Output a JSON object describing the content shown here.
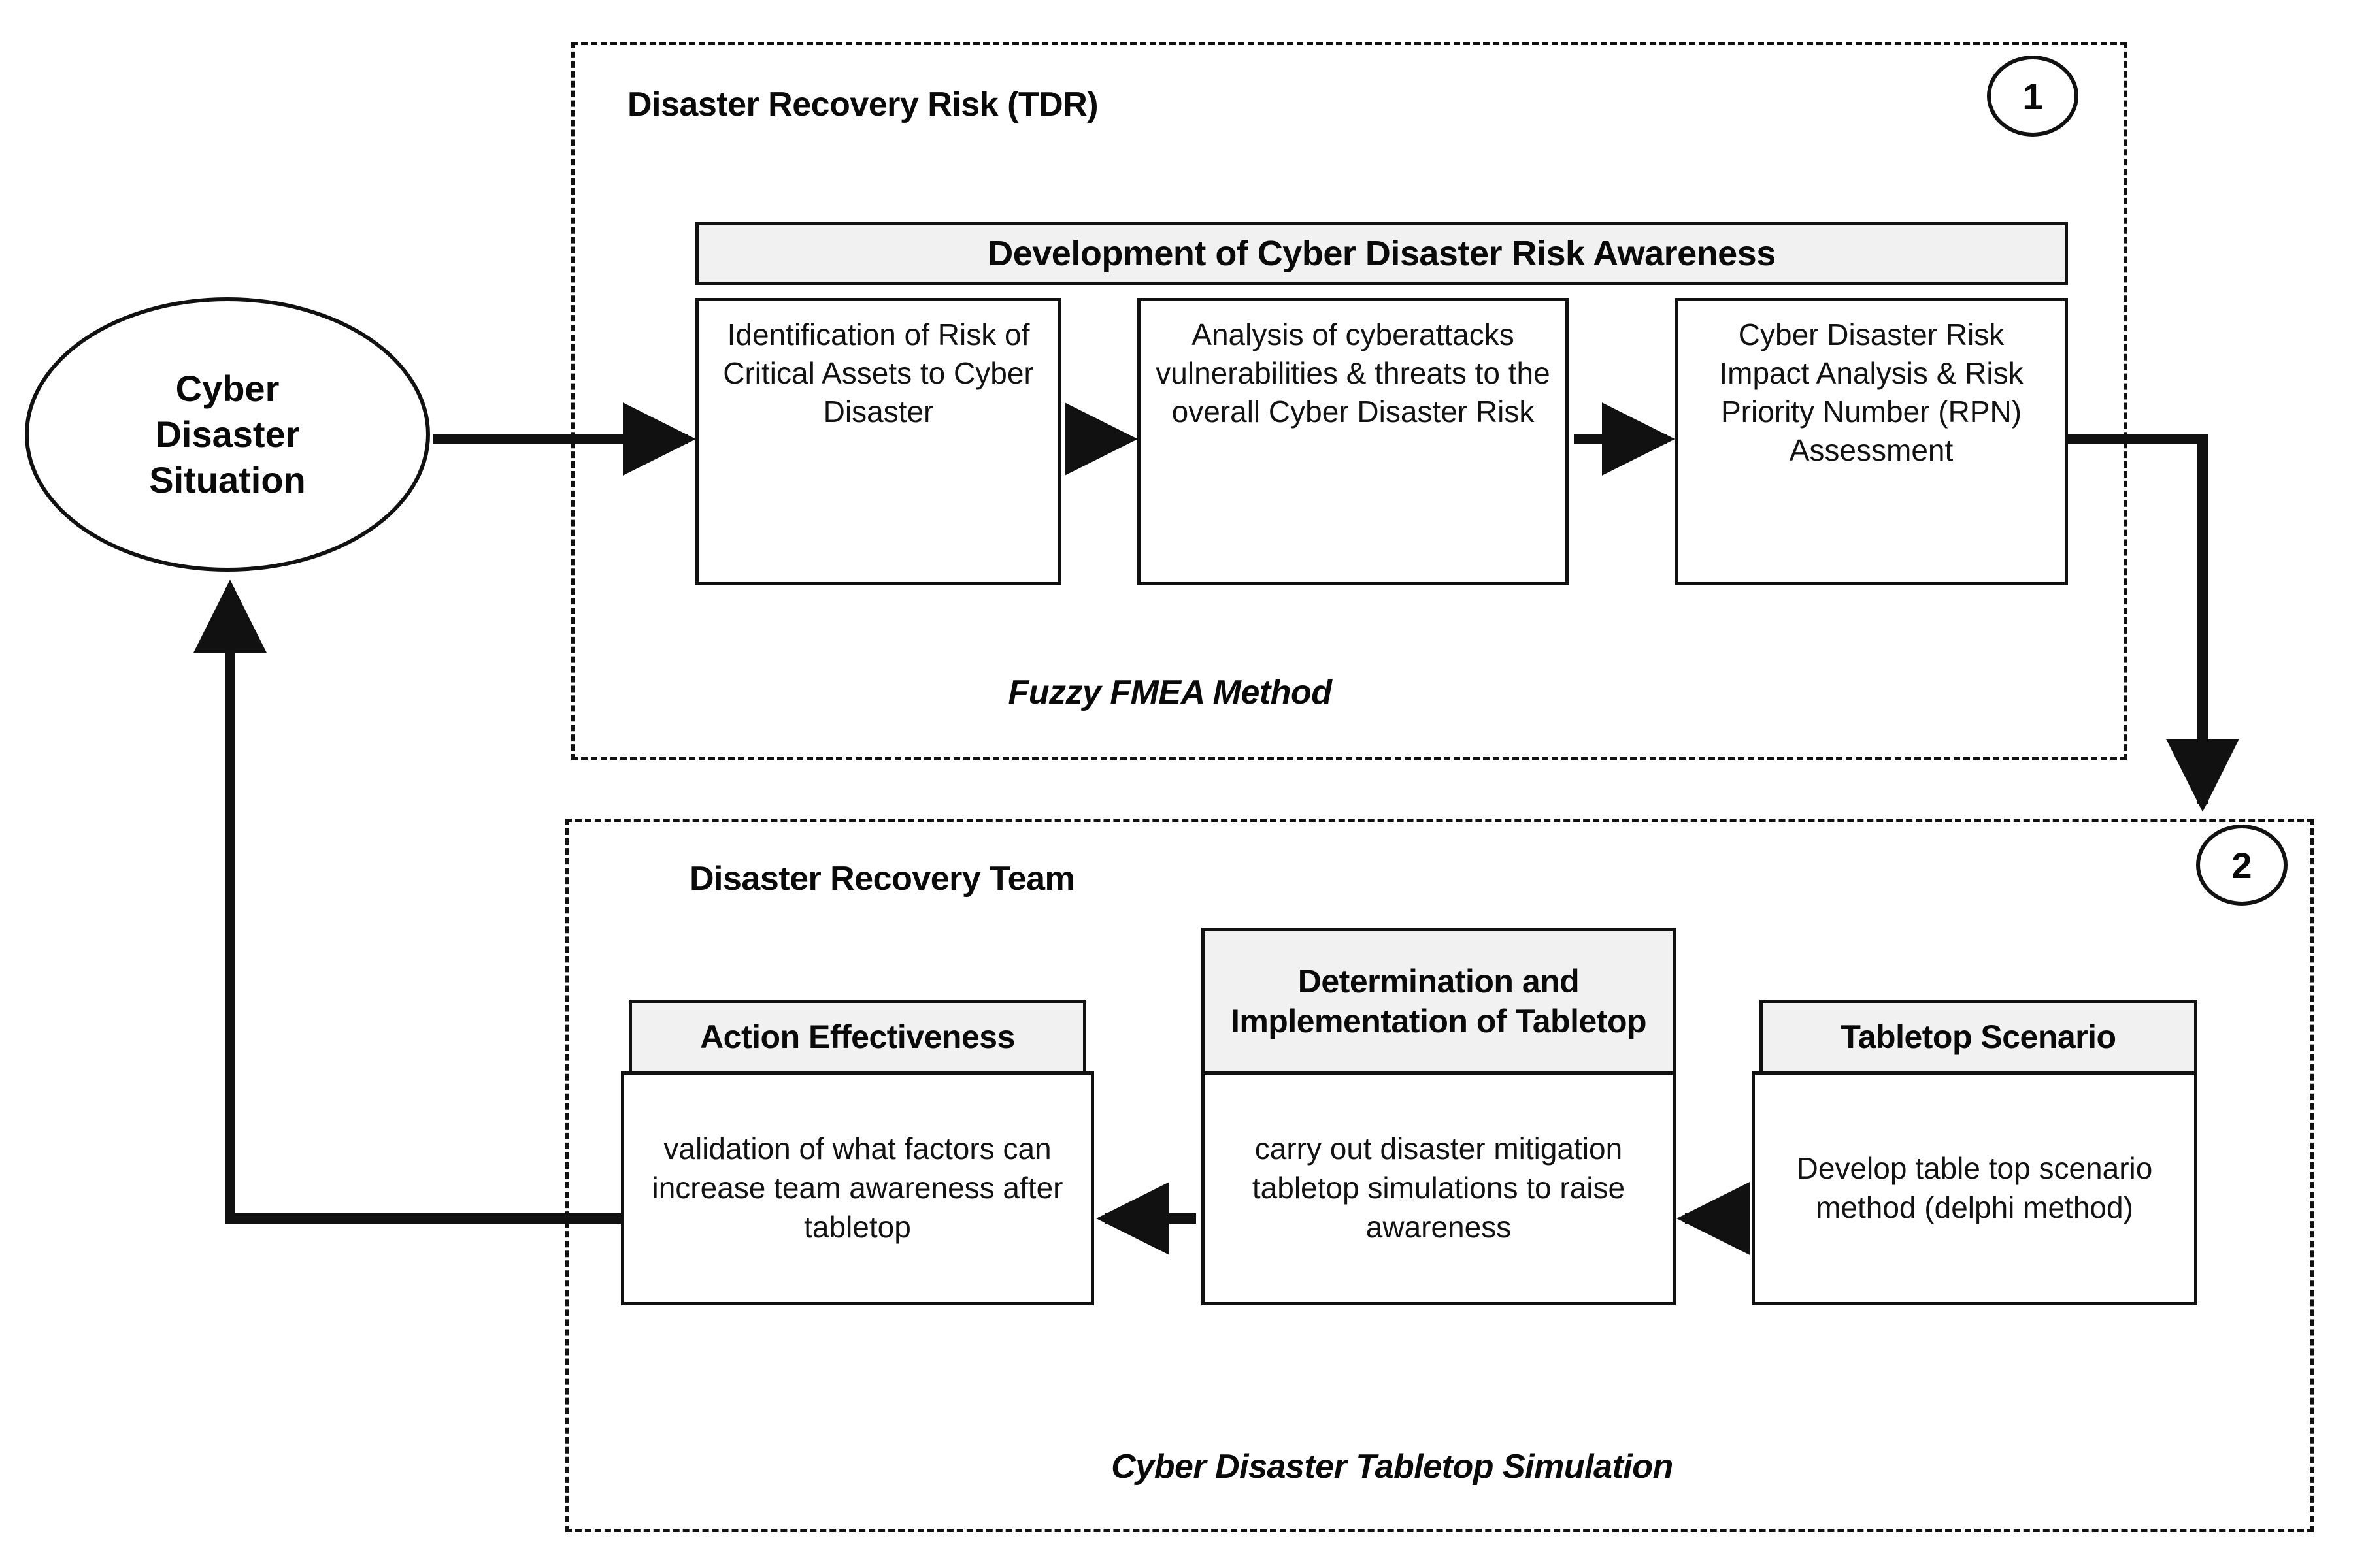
{
  "diagram": {
    "start_node": {
      "label_lines": [
        "Cyber",
        "Disaster",
        "Situation"
      ],
      "label": "Cyber Disaster Situation"
    },
    "groups": [
      {
        "id": "tdr",
        "title": "Disaster Recovery Risk (TDR)",
        "badge": "1",
        "caption": "Fuzzy FMEA Method",
        "banner": "Development of Cyber Disaster Risk Awareness",
        "steps": [
          {
            "text": "Identification of Risk of Critical Assets to Cyber Disaster"
          },
          {
            "text": "Analysis of cyberattacks vulnerabilities & threats to the overall Cyber Disaster Risk"
          },
          {
            "text": "Cyber Disaster Risk Impact Analysis & Risk Priority Number (RPN) Assessment"
          }
        ]
      },
      {
        "id": "team",
        "title": "Disaster Recovery Team",
        "badge": "2",
        "caption": "Cyber Disaster Tabletop Simulation",
        "cards": [
          {
            "header": "Action Effectiveness",
            "body": "validation of what factors can increase team awareness after tabletop"
          },
          {
            "header": "Determination and Implementation of Tabletop",
            "body": "carry out disaster mitigation tabletop simulations to raise awareness"
          },
          {
            "header": "Tabletop Scenario",
            "body": "Develop table top scenario method (delphi method)"
          }
        ]
      }
    ],
    "colors": {
      "stroke": "#111111",
      "header_fill": "#f1f1f1",
      "box_fill": "#ffffff",
      "text": "#0a0a0a",
      "background": "#ffffff"
    }
  }
}
